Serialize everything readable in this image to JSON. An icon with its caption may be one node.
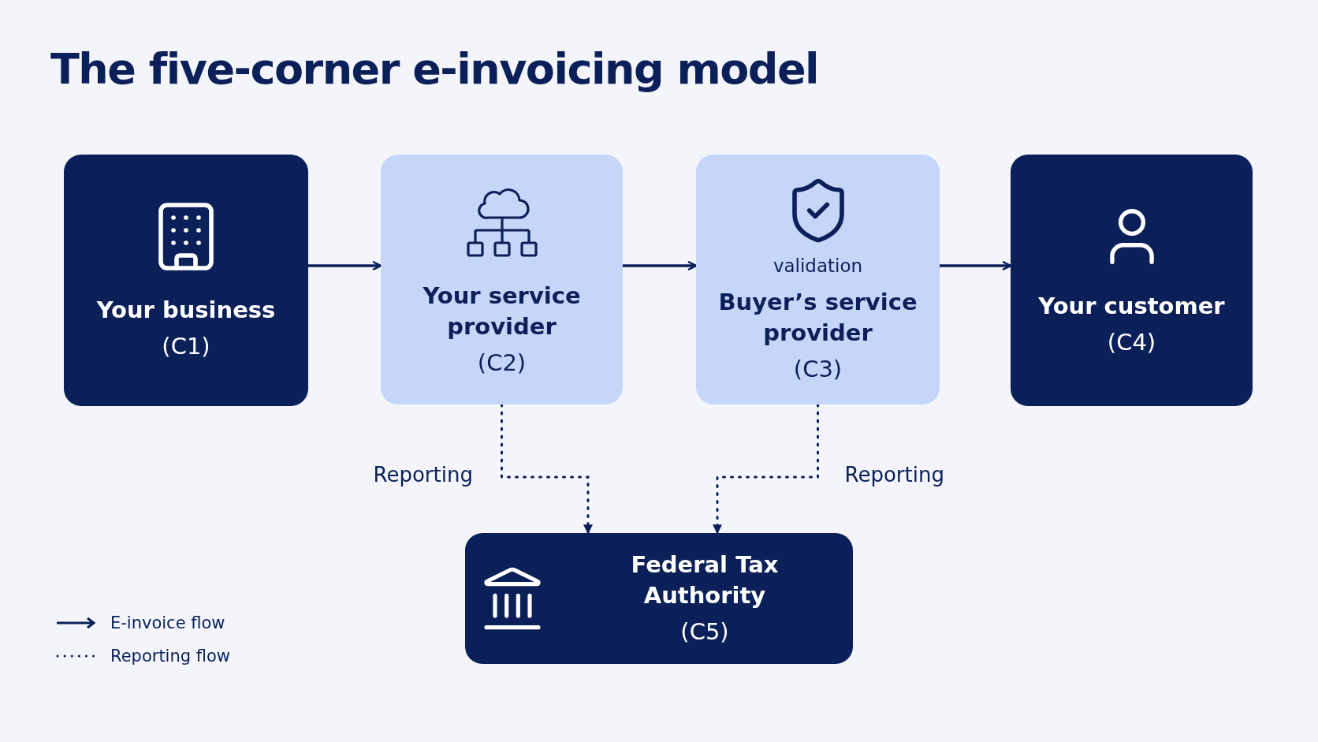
{
  "diagram": {
    "title": "The five-corner e-invoicing model",
    "nodes": [
      {
        "text": [
          "Your business",
          "(C1)"
        ]
      },
      {
        "text": [
          "Your service provider",
          "(C2)"
        ]
      },
      {
        "text": [
          "validation",
          "Buyer’s service provider",
          "(C3)"
        ]
      },
      {
        "text": [
          "Your customer",
          "(C4)"
        ]
      },
      {
        "text": [
          "Federal Tax Authority",
          "(C5)"
        ]
      }
    ],
    "edges": [
      {
        "from": 0,
        "to": 1,
        "arrow": "to"
      },
      {
        "from": 1,
        "to": 2,
        "arrow": "to"
      },
      {
        "from": 2,
        "to": 3,
        "arrow": "to"
      },
      {
        "from": 1,
        "to": 4,
        "arrow": "to",
        "style": "dashed",
        "label": "Reporting"
      },
      {
        "from": 2,
        "to": 4,
        "arrow": "to",
        "style": "dashed",
        "label": "Reporting"
      }
    ],
    "legend": [
      {
        "text": "E-invoice flow"
      },
      {
        "text": "Reporting flow"
      }
    ]
  }
}
